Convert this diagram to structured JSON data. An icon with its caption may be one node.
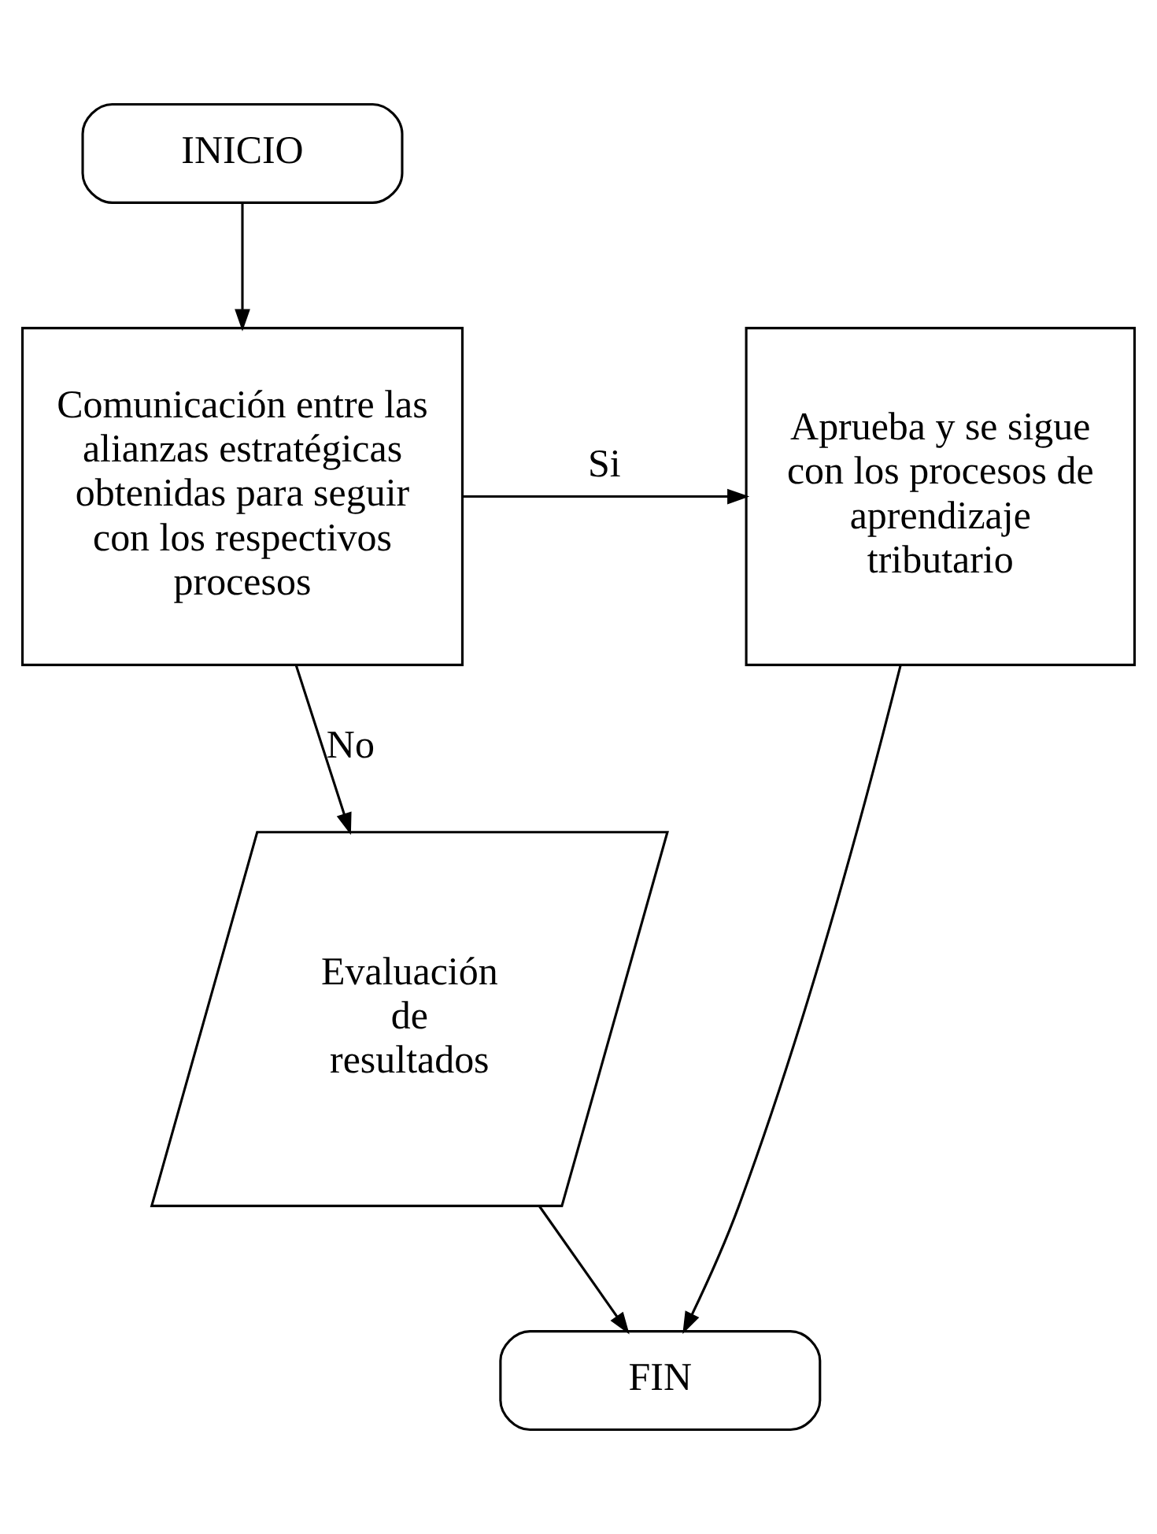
{
  "diagram": {
    "nodes": [
      {
        "text": [
          "INICIO"
        ]
      },
      {
        "text": [
          "Comunicación entre las alianzas estratégicas obtenidas para seguir con los respectivos procesos"
        ]
      },
      {
        "text": [
          "Aprueba y se sigue con los procesos de aprendizaje tributario"
        ]
      },
      {
        "text": [
          "Evaluación de resultados"
        ]
      },
      {
        "text": [
          "FIN"
        ]
      }
    ],
    "edges": [
      {
        "from": 0,
        "to": 1,
        "arrow": "to"
      },
      {
        "from": 1,
        "to": 2,
        "arrow": "to",
        "label": "Si"
      },
      {
        "from": 1,
        "to": 3,
        "arrow": "to",
        "label": "No"
      },
      {
        "from": 3,
        "to": 4,
        "arrow": "to"
      },
      {
        "from": 2,
        "to": 4,
        "arrow": "to"
      }
    ]
  }
}
